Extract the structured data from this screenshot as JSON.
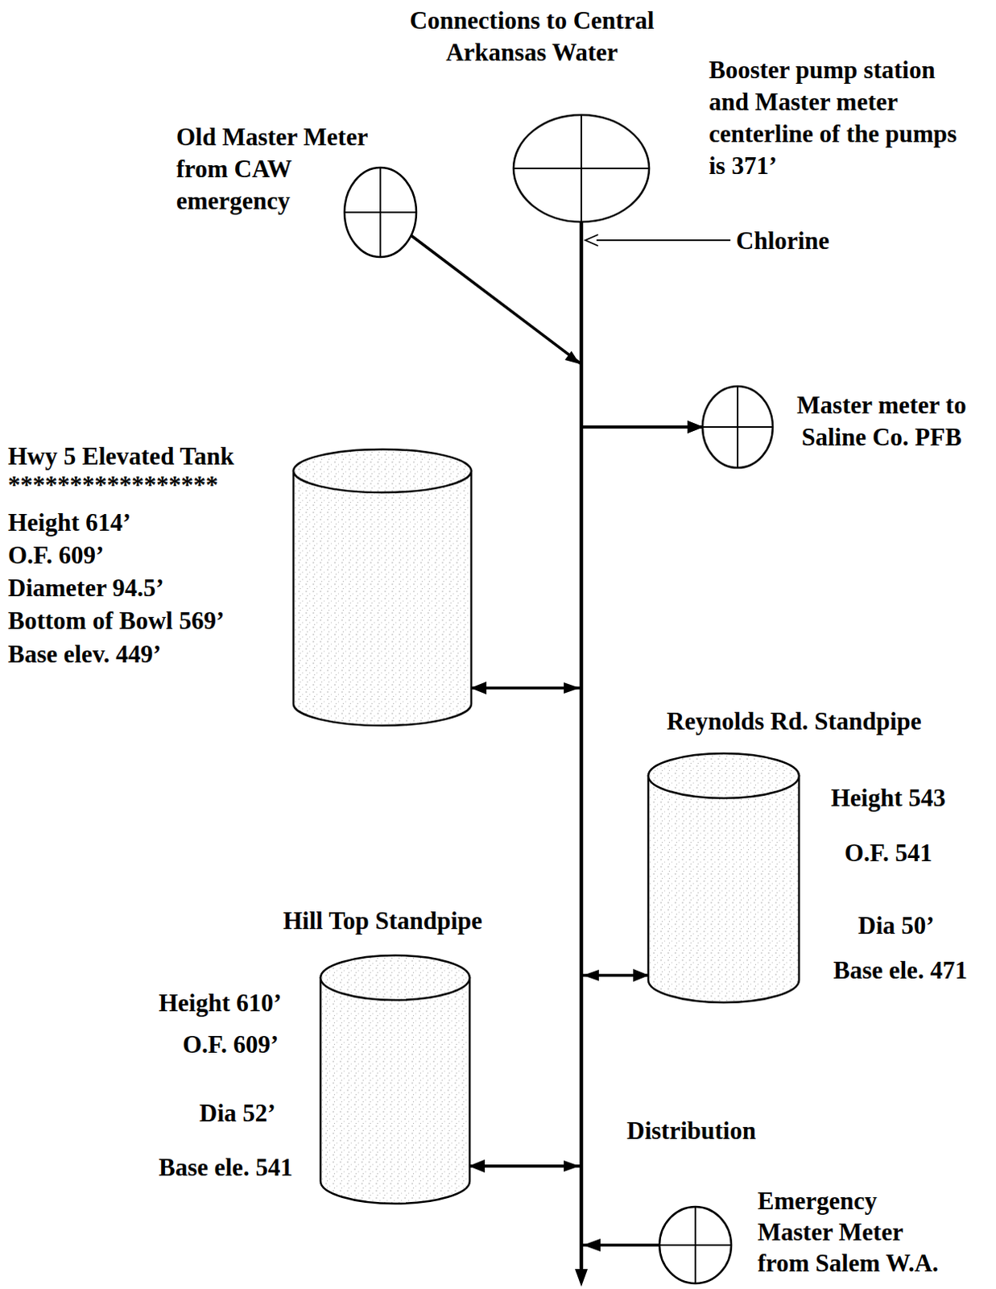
{
  "diagram": {
    "title": "Connections to Central Arkansas Water",
    "nodes": [
      {
        "text": [
          "Booster pump station and Master meter centerline of the pumps is 371’"
        ]
      },
      {
        "text": [
          "Old Master Meter from CAW emergency"
        ]
      },
      {
        "text": [
          "Master meter to Saline Co. PFB"
        ]
      },
      {
        "text": [
          "Hwy 5 Elevated Tank",
          "*****************",
          "Height 614’",
          "O.F. 609’",
          "Diameter 94.5’",
          "Bottom of Bowl 569’",
          "Base elev. 449’"
        ]
      },
      {
        "text": [
          "Reynolds Rd. Standpipe",
          "Height 543",
          "O.F. 541",
          "Dia 50’",
          "Base ele. 471"
        ]
      },
      {
        "text": [
          "Hill Top Standpipe",
          "Height 610’",
          "O.F. 609’",
          "Dia 52’",
          "Base ele. 541"
        ]
      },
      {
        "text": [
          "Emergency Master Meter from Salem W.A."
        ]
      }
    ],
    "edges": [
      {
        "from": 0,
        "to": 2,
        "arrow": "to"
      },
      {
        "from": 0,
        "to": 3,
        "arrow": "to"
      },
      {
        "from": 0,
        "to": 4,
        "arrow": "to"
      },
      {
        "from": 0,
        "to": 5,
        "arrow": "to"
      },
      {
        "from": 1,
        "to": 2,
        "arrow": "to"
      },
      {
        "from": 6,
        "to": 5,
        "arrow": "to"
      }
    ],
    "labels": [
      "Chlorine",
      "Distribution"
    ]
  }
}
